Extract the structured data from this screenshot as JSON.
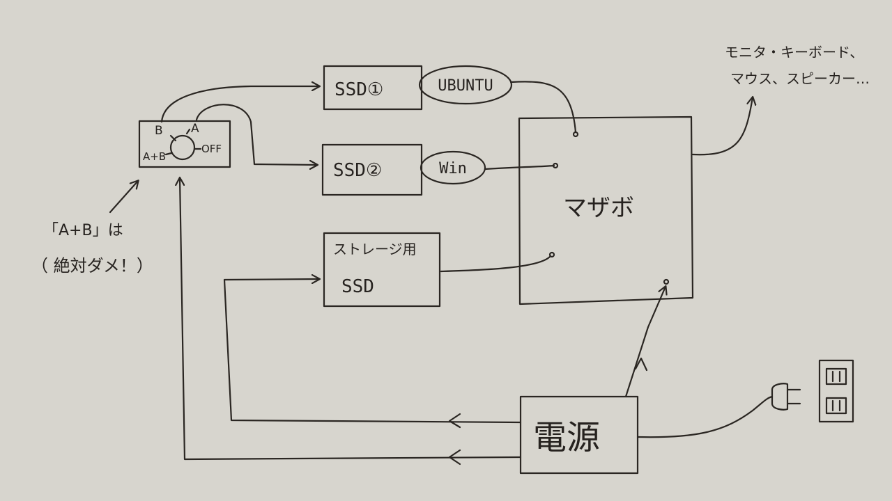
{
  "nodes": {
    "ssd1": {
      "label": "SSD①"
    },
    "ubuntu": {
      "label": "UBUNTU"
    },
    "ssd2": {
      "label": "SSD②"
    },
    "win": {
      "label": "Win"
    },
    "storage": {
      "label_top": "ストレージ用",
      "label_bottom": "SSD"
    },
    "motherboard": {
      "label": "マザボ"
    },
    "power": {
      "label": "電源"
    },
    "switch": {
      "label_b": "B",
      "label_a": "A",
      "label_ab": "A+B",
      "label_off": "OFF"
    }
  },
  "annotations": {
    "peripherals_line1": "モニタ・キーボード、",
    "peripherals_line2": "マウス、スピーカー…",
    "warning_line1": "「A+B」は",
    "warning_line2": "（ 絶対ダメ！）"
  },
  "colors": {
    "paper": "#d7d5ce",
    "ink": "#2a2622"
  },
  "icons": [
    "plug-icon",
    "wall-outlet-icon",
    "rotary-switch-icon"
  ]
}
